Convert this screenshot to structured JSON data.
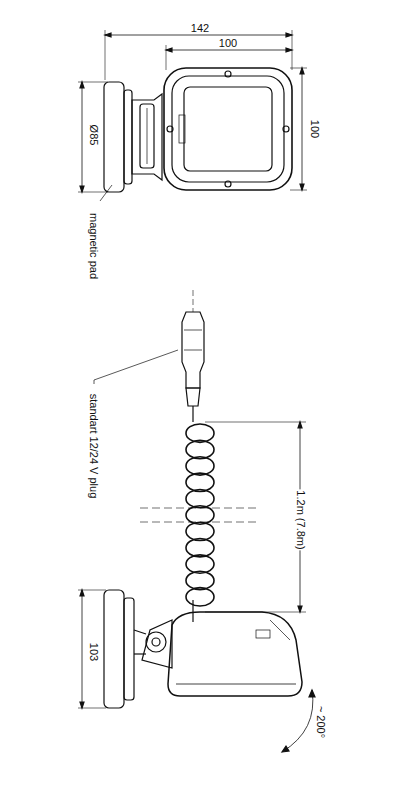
{
  "diagram": {
    "labels": [
      "142",
      "100",
      "100",
      "Ø85",
      "magnetic pad",
      "standart 12/24 V plug",
      "1.2m (7.8m)",
      "103",
      "~ 200°"
    ]
  }
}
